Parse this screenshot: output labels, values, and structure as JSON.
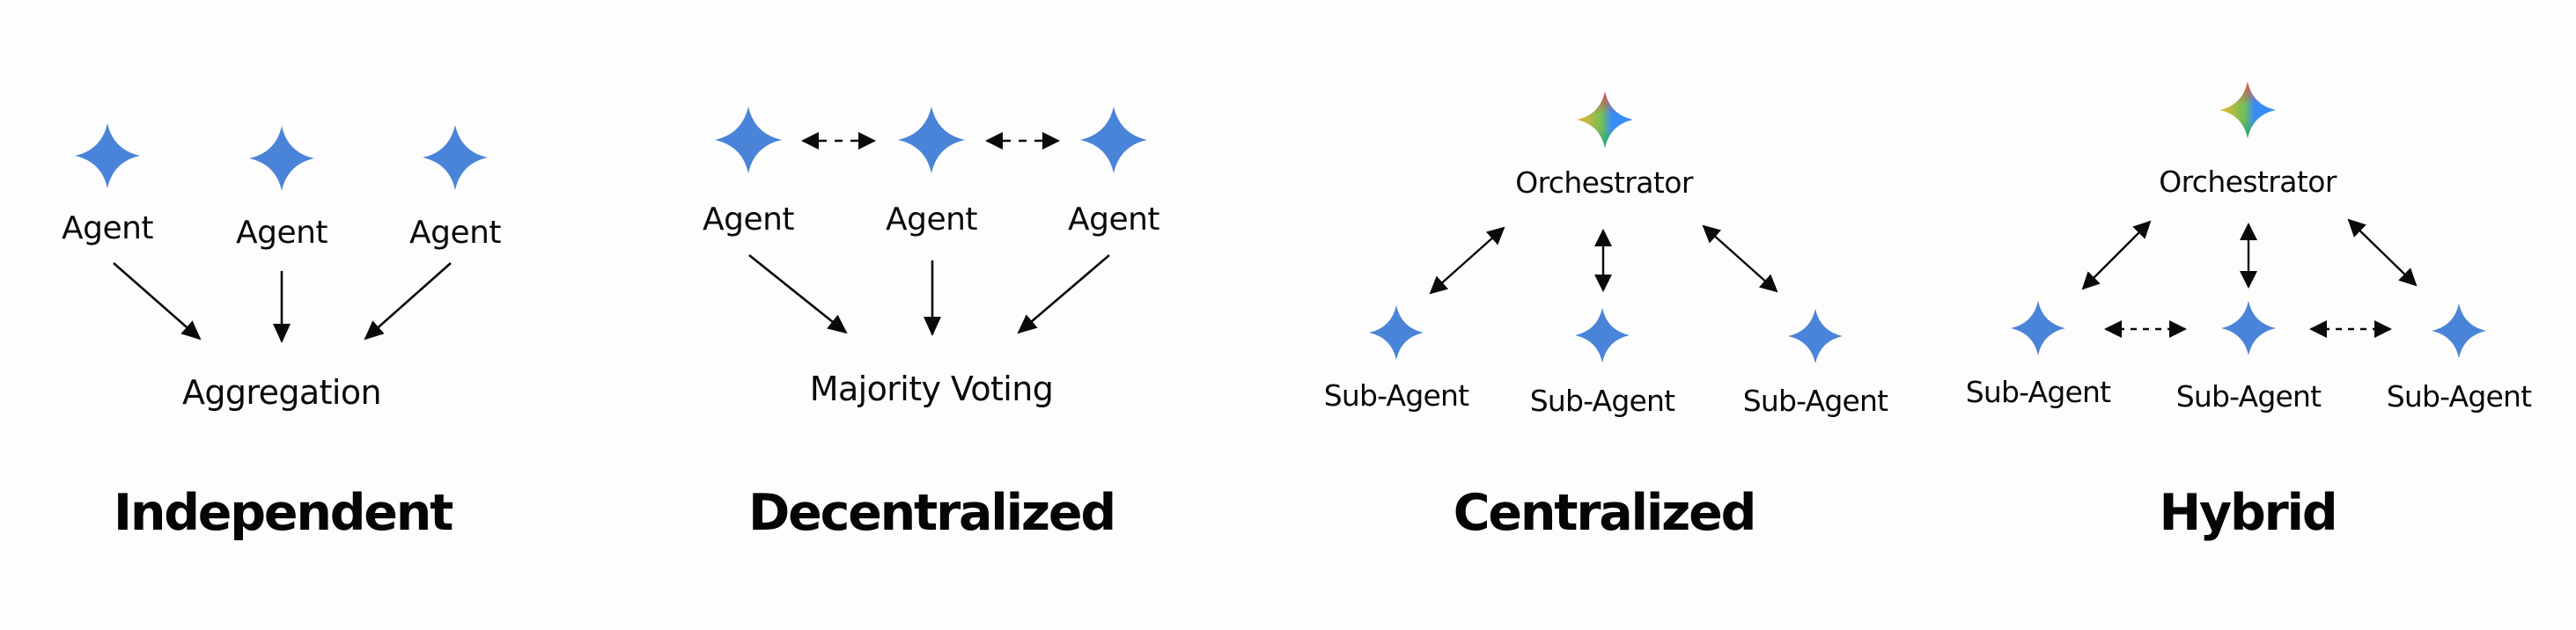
{
  "colors": {
    "background": "#fdfdfd",
    "agent_star": "#4a84d8",
    "orchestrator_gradient": [
      "#e8474f",
      "#f5b52a",
      "#3a8cf5",
      "#1fa96a"
    ],
    "arrow": "#0a0a0a",
    "text": "#0a0a0a"
  },
  "diagrams": [
    {
      "id": "independent",
      "title": "Independent",
      "agents": [
        {
          "label": "Agent",
          "icon": "agent-star-icon"
        },
        {
          "label": "Agent",
          "icon": "agent-star-icon"
        },
        {
          "label": "Agent",
          "icon": "agent-star-icon"
        }
      ],
      "peer_links": "none",
      "target": "Aggregation",
      "edges": "agents-to-target (one-way, solid)"
    },
    {
      "id": "decentralized",
      "title": "Decentralized",
      "agents": [
        {
          "label": "Agent",
          "icon": "agent-star-icon"
        },
        {
          "label": "Agent",
          "icon": "agent-star-icon"
        },
        {
          "label": "Agent",
          "icon": "agent-star-icon"
        }
      ],
      "peer_links": "bidirectional dashed between neighbours",
      "target": "Majority Voting",
      "edges": "agents-to-target (one-way, solid)"
    },
    {
      "id": "centralized",
      "title": "Centralized",
      "orchestrator": {
        "label": "Orchestrator",
        "icon": "orchestrator-gradient-star-icon"
      },
      "agents": [
        {
          "label": "Sub-Agent",
          "icon": "agent-star-icon"
        },
        {
          "label": "Sub-Agent",
          "icon": "agent-star-icon"
        },
        {
          "label": "Sub-Agent",
          "icon": "agent-star-icon"
        }
      ],
      "peer_links": "none",
      "edges": "orchestrator-to-sub-agents (bidirectional, solid)"
    },
    {
      "id": "hybrid",
      "title": "Hybrid",
      "orchestrator": {
        "label": "Orchestrator",
        "icon": "orchestrator-gradient-star-icon"
      },
      "agents": [
        {
          "label": "Sub-Agent",
          "icon": "agent-star-icon"
        },
        {
          "label": "Sub-Agent",
          "icon": "agent-star-icon"
        },
        {
          "label": "Sub-Agent",
          "icon": "agent-star-icon"
        }
      ],
      "peer_links": "bidirectional dashed between neighbours",
      "edges": "orchestrator-to-sub-agents (bidirectional, solid)"
    }
  ]
}
